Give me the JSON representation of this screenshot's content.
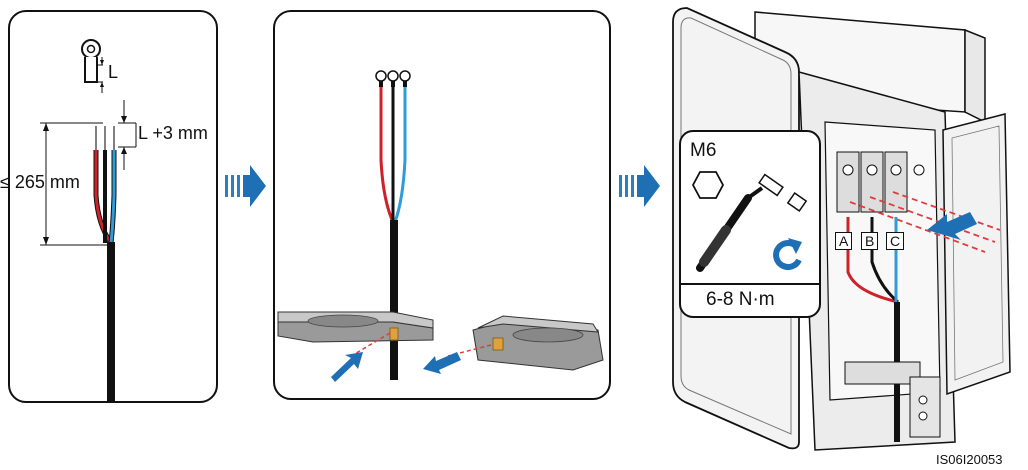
{
  "step1": {
    "label_l": "L",
    "label_l_plus": "L +3 mm",
    "label_max_length": "≤ 265 mm"
  },
  "step3": {
    "bolt_size": "M6",
    "torque": "6-8 N·m",
    "phase_labels": [
      "A",
      "B",
      "C"
    ]
  },
  "figure_id": "IS06I20053",
  "colors": {
    "wire_red": "#d0202a",
    "wire_blue": "#2f9bd8",
    "wire_black": "#111111",
    "arrow_blue": "#1f6fb5",
    "dash_red": "#e23b3b"
  },
  "icons": [
    "ring-terminal-icon",
    "hexagon-bolt-icon",
    "torque-wrench-icon",
    "rotate-clockwise-icon",
    "step-arrow-icon"
  ]
}
